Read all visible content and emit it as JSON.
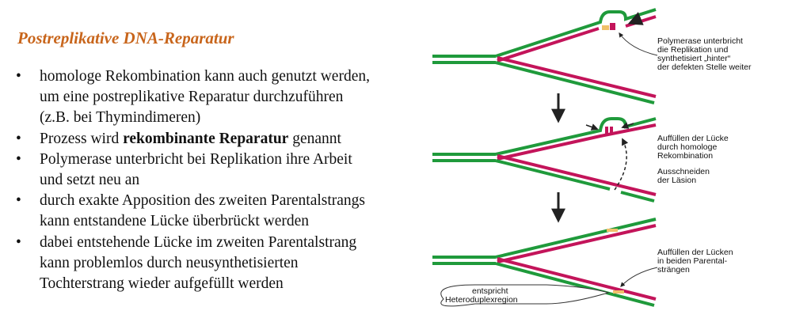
{
  "title": "Postreplikative DNA-Reparatur",
  "bullets": [
    {
      "lines": [
        "homologe Rekombination kann auch genutzt werden,",
        "um eine postreplikative Reparatur durchzuführen",
        "(z.B. bei Thymindimeren)"
      ]
    },
    {
      "before": "Prozess wird ",
      "bold": "rekombinante Reparatur",
      "after": " genannt"
    },
    {
      "lines": [
        "Polymerase unterbricht bei Replikation ihre Arbeit",
        "und setzt neu an"
      ]
    },
    {
      "lines": [
        "durch exakte Apposition des zweiten Parentalstrangs",
        "kann entstandene Lücke überbrückt werden"
      ]
    },
    {
      "lines": [
        "dabei entstehende Lücke im zweiten Parentalstrang",
        "kann problemlos durch neusynthetisierten",
        "Tochterstrang wieder aufgefüllt werden"
      ]
    }
  ],
  "diagram": {
    "label1": [
      "Polymerase unterbricht",
      "die Replikation und",
      "synthetisiert „hinter“",
      "der defekten Stelle weiter"
    ],
    "label2": [
      "Auffüllen der Lücke",
      "durch homologe",
      "Rekombination"
    ],
    "label3": [
      "Ausschneiden",
      "der Läsion"
    ],
    "label4": [
      "Auffüllen der Lücken",
      "in beiden Parental-",
      "strängen"
    ],
    "label5": [
      "entspricht",
      "Heteroduplexregion"
    ]
  },
  "colors": {
    "title": "#c8651b",
    "parental_strand": "#1f9a3b",
    "daughter_strand": "#c3145a",
    "lesion": "#f0c06a"
  }
}
